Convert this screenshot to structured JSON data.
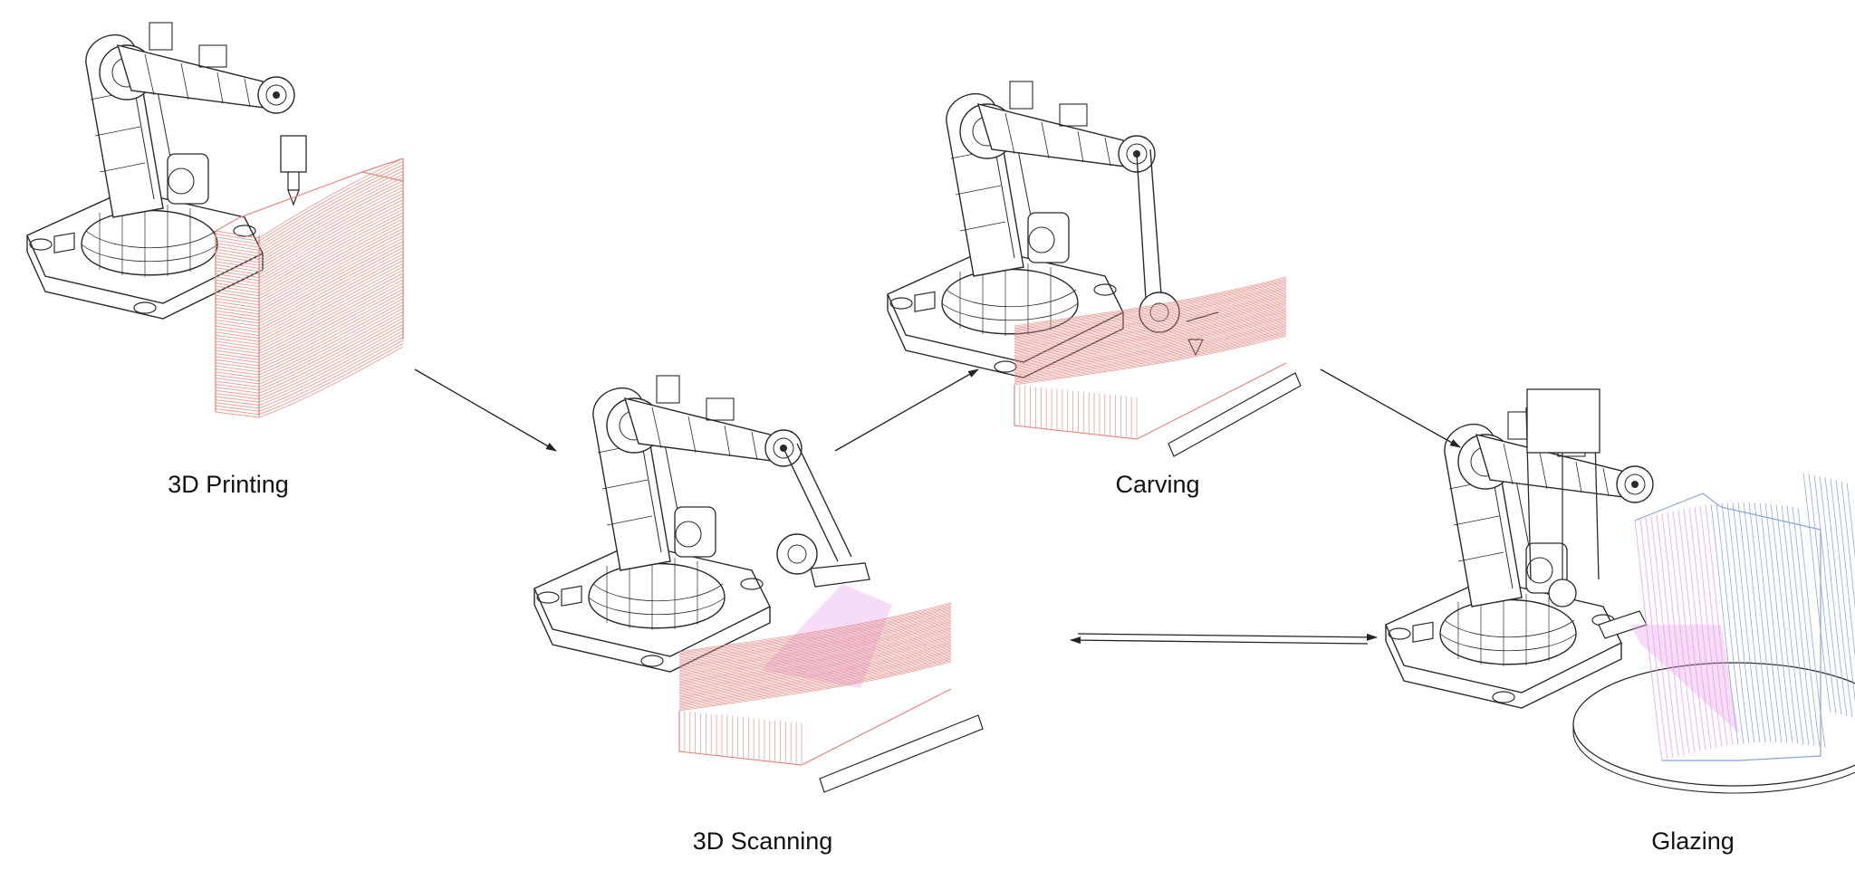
{
  "steps": [
    {
      "label": "3D Printing"
    },
    {
      "label": "3D Scanning"
    },
    {
      "label": "Carving"
    },
    {
      "label": "Glazing"
    }
  ],
  "colors": {
    "line_art": "#2a2a2a",
    "clay_print": "#e08a82",
    "scan_beam": "#e79ce8",
    "glaze_blue": "#8aa4d6",
    "glaze_pink": "#e79ce8",
    "arrow": "#222222"
  },
  "icons": [
    "robot-arm-icon",
    "extruder-nozzle-icon",
    "scanner-head-icon",
    "carving-tool-icon",
    "glaze-nozzle-icon",
    "turntable-icon"
  ]
}
